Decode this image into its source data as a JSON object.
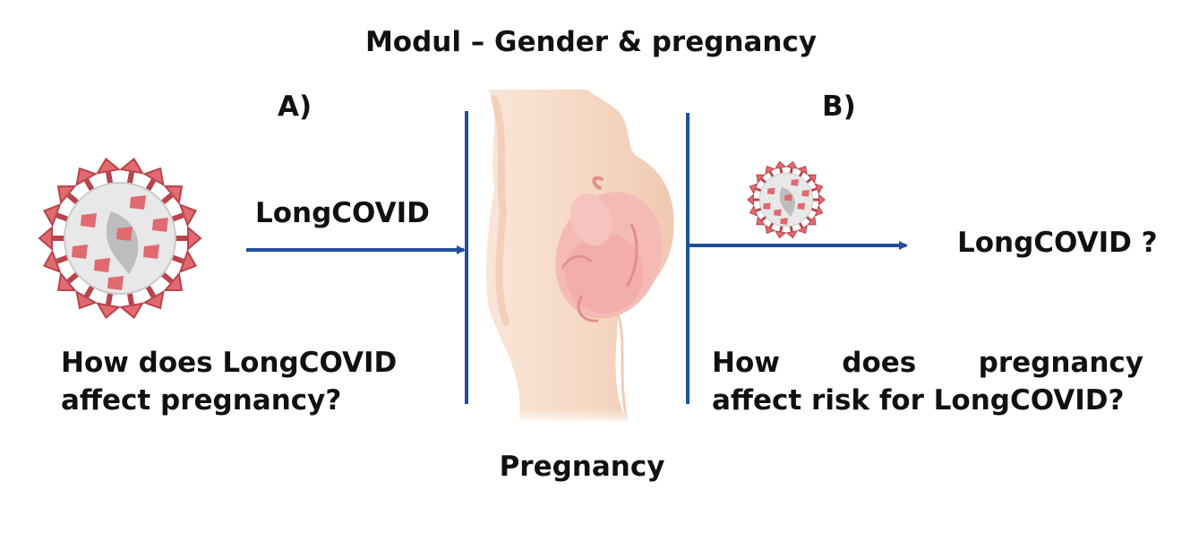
{
  "title": "Modul – Gender & pregnancy",
  "panel_a": {
    "label": "A)",
    "arrow_label": "LongCOVID",
    "question_line1": "How does LongCOVID",
    "question_line2": "affect pregnancy?"
  },
  "panel_b": {
    "label": "B)",
    "arrow_label": "LongCOVID ?",
    "question_line1_words": [
      "How",
      "does",
      "pregnancy"
    ],
    "question_line2": "affect risk for LongCOVID?"
  },
  "center": {
    "label": "Pregnancy"
  },
  "icons": [
    "virus-icon",
    "pregnant-belly-icon",
    "fetus-icon"
  ],
  "colors": {
    "arrow": "#1f4e9c",
    "virus_body": "#e8e8e8",
    "virus_spike": "#e06a6f",
    "skin": "#f6d9c6",
    "fetus": "#f4b8b4"
  }
}
